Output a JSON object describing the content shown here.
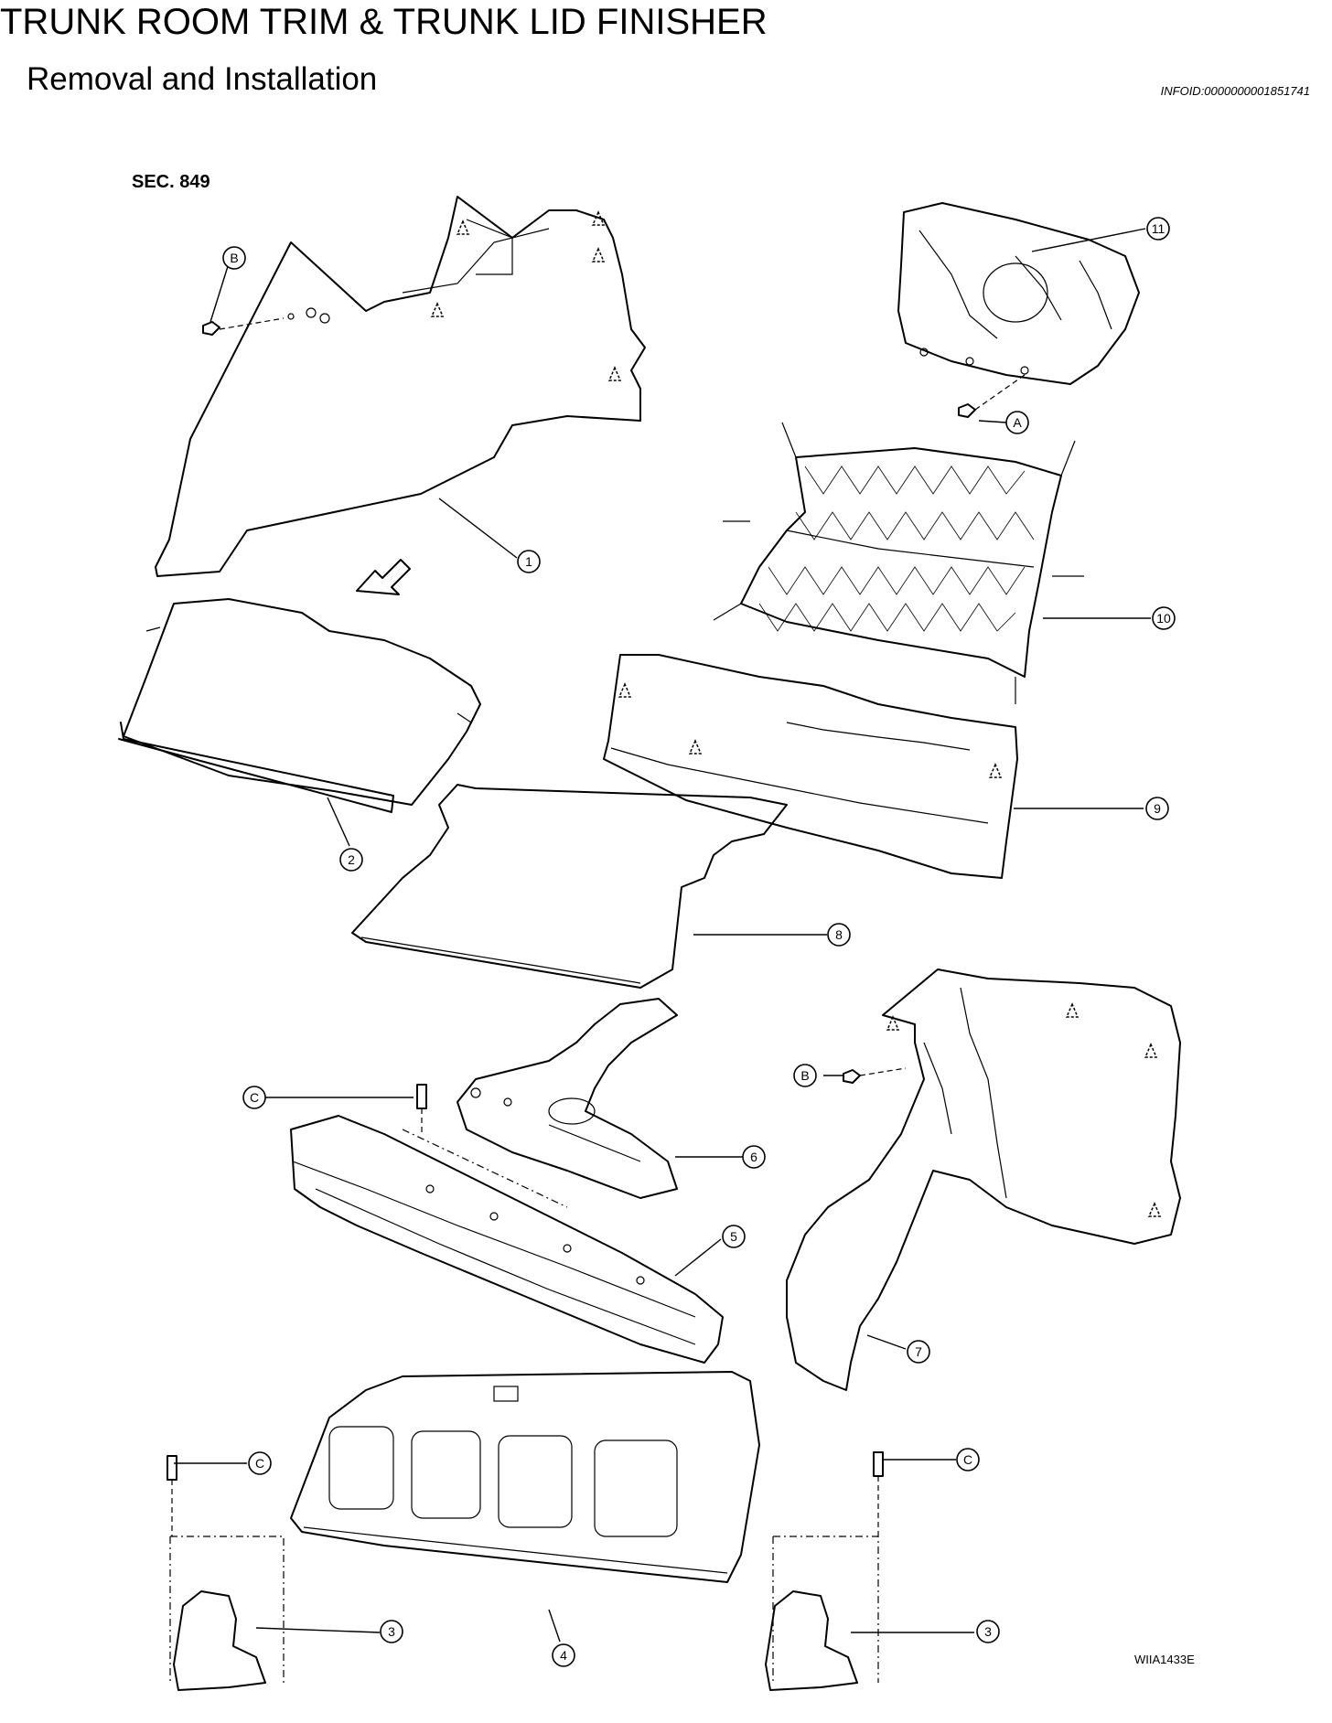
{
  "header": {
    "title": "TRUNK ROOM TRIM & TRUNK LID FINISHER",
    "subtitle": "Removal and Installation",
    "info_id": "INFOID:0000000001851741"
  },
  "diagram": {
    "section_label": "SEC. 849",
    "figure_id": "WIIA1433E",
    "callouts": {
      "c1": "1",
      "c2": "2",
      "c3a": "3",
      "c3b": "3",
      "c4": "4",
      "c5": "5",
      "c6": "6",
      "c7": "7",
      "c8": "8",
      "c9": "9",
      "c10": "10",
      "c11": "11",
      "cA": "A",
      "cB1": "B",
      "cB2": "B",
      "cC1": "C",
      "cC2": "C",
      "cC3": "C"
    }
  }
}
